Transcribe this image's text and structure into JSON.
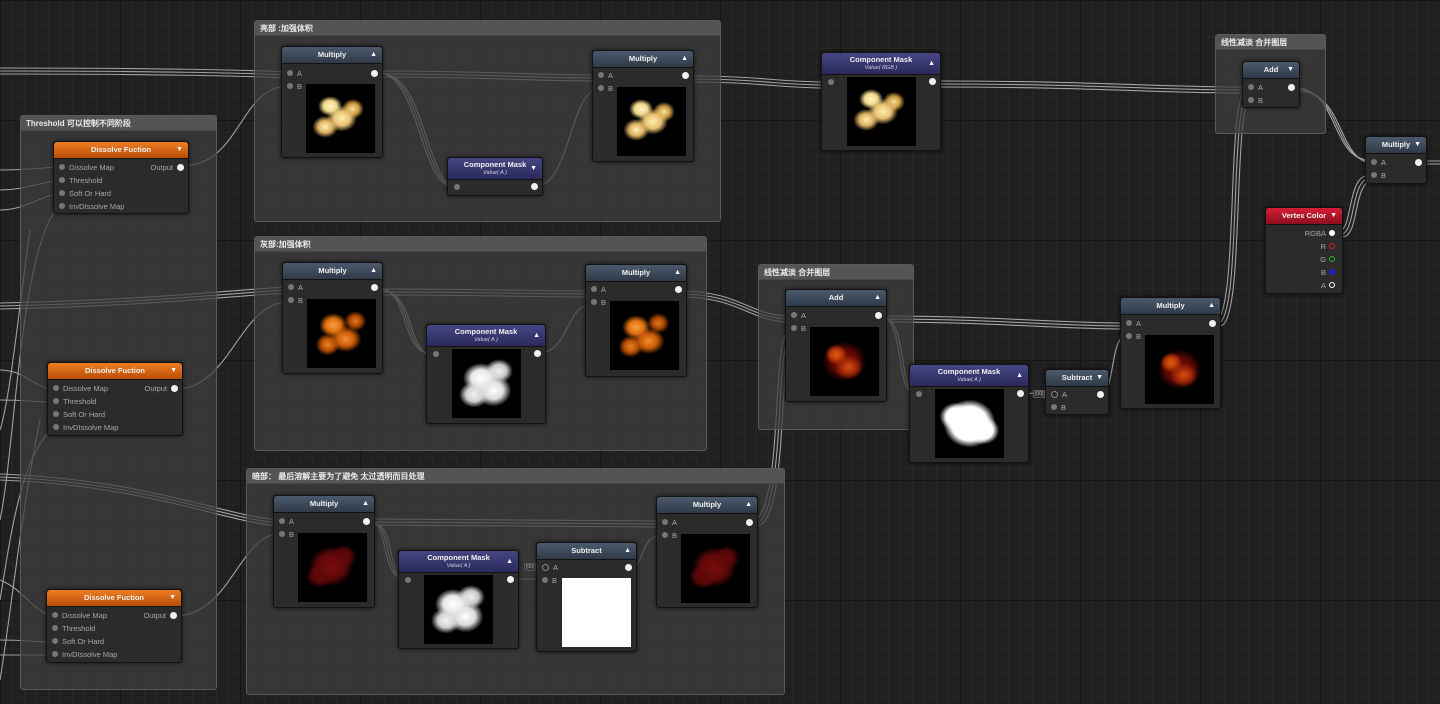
{
  "groups": {
    "threshold": "Threshold 可以控制不同阶段",
    "bright": "亮部 :加强体积",
    "gray": "灰部:加强体积",
    "dark": "暗部： 最后溶解主要为了避免 太过透明而目处理",
    "blend_mid": "线性减淡 合并图层",
    "blend_top": "线性减淡 合并图层"
  },
  "labels": {
    "multiply": "Multiply",
    "component_mask": "Component Mask",
    "mask_value_a": "Value( A )",
    "mask_value_rgb": "Value( RGB )",
    "dissolve_fuction": "Dissolve Fuction",
    "subtract": "Subtract",
    "add": "Add",
    "vertex_color": "Vertex Color",
    "port_a": "A",
    "port_b": "B",
    "output": "Output",
    "dissolve_map": "Dissolve Map",
    "threshold": "Threshold",
    "soft_or_hard": "Soft Or Hard",
    "invdissolve_map": "InvDIssolve Map",
    "rgba": "RGBA",
    "r": "R",
    "g": "G",
    "b": "B",
    "alpha": "A",
    "small_tag": "[00]"
  },
  "colors": {
    "math_header": "#3c4857",
    "mask_header": "#38386f",
    "function_header": "#d9640f",
    "vertex_color_header": "#b3152b",
    "wire": "#bdbdbd",
    "r_channel": "#e02020",
    "g_channel": "#20c020",
    "b_channel": "#2020c0"
  },
  "icons": {
    "collapse": "triangle-up-icon",
    "dropdown": "triangle-down-icon"
  }
}
